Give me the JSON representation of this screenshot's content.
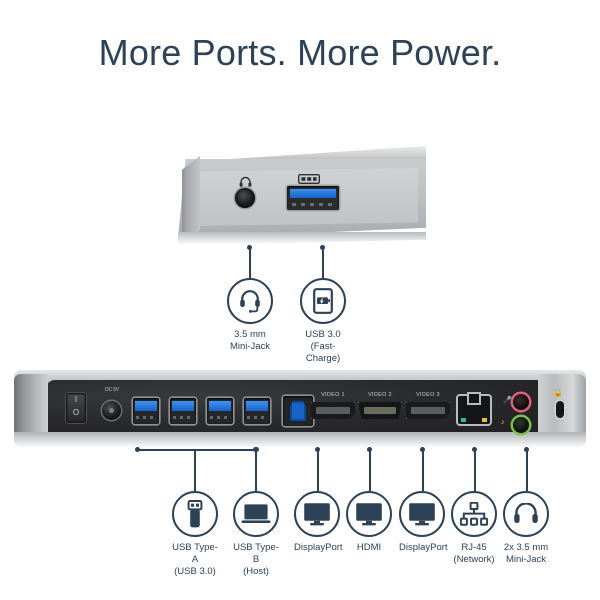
{
  "title": "More Ports. More Power.",
  "colors": {
    "accent": "#2e4257",
    "background": "#ffffff",
    "usb3_blue": "#1763c9",
    "mic_pink": "#e0607e",
    "headphone_green": "#7cc24a",
    "hdmi_gold": "#b8a257"
  },
  "top_device": {
    "name": "dock-front-face",
    "ports": [
      {
        "id": "front-audio",
        "icon": "headphone-icon",
        "type": "3.5mm-jack"
      },
      {
        "id": "front-usb",
        "icon": "usb-icon",
        "type": "usb-3.0-type-a",
        "color": "#1763c9"
      }
    ],
    "callouts": [
      {
        "icon": "headset-icon",
        "label": "3.5 mm\nMini-Jack"
      },
      {
        "icon": "device-charging-icon",
        "label": "USB 3.0\n(Fast-Charge)"
      }
    ]
  },
  "rear_device": {
    "name": "dock-rear-panel",
    "power_switch": {
      "on_mark": "I",
      "off_mark": "O"
    },
    "dc_jack_label": "DC 5V",
    "video_port_labels": [
      "VIDEO 1",
      "VIDEO 2",
      "VIDEO 3"
    ],
    "usb_a_count": 4,
    "audio_jacks": [
      {
        "id": "mic-jack",
        "icon": "microphone-icon",
        "color": "#e0607e"
      },
      {
        "id": "headphone-jack",
        "icon": "headphone-icon",
        "color": "#7cc24a"
      }
    ],
    "security_slot": {
      "icon": "padlock-icon"
    },
    "callouts": [
      {
        "icon": "usb-flash-drive-icon",
        "label": "USB Type-A\n(USB 3.0)"
      },
      {
        "icon": "laptop-icon",
        "label": "USB Type-B\n(Host)"
      },
      {
        "icon": "monitor-icon",
        "label": "DisplayPort"
      },
      {
        "icon": "monitor-icon",
        "label": "HDMI"
      },
      {
        "icon": "monitor-icon",
        "label": "DisplayPort"
      },
      {
        "icon": "network-tree-icon",
        "label": "RJ-45\n(Network)"
      },
      {
        "icon": "headphones-icon",
        "label": "2x 3.5 mm\nMini-Jack"
      }
    ]
  }
}
